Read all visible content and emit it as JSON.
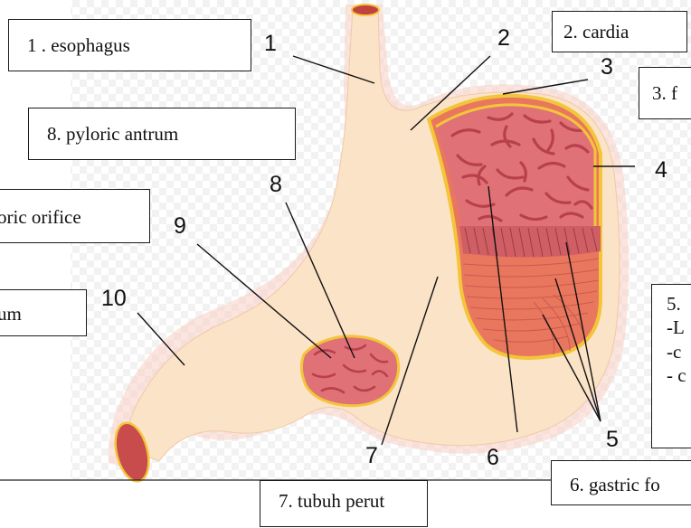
{
  "labels": {
    "esophagus": "1 . esophagus",
    "cardia": "2. cardia",
    "fundus_partial": "3. f",
    "pyloric_antrum": "8. pyloric antrum",
    "pyloric_orifice_partial": "oric orifice",
    "duodenum_partial": "um",
    "muscle_layers_lines": [
      "5.",
      "-L",
      "-c",
      "- c"
    ],
    "gastric_folds_partial": "6. gastric fo",
    "body_of_stomach": "7. tubuh perut"
  },
  "numbers": [
    "1",
    "2",
    "3",
    "4",
    "5",
    "6",
    "7",
    "8",
    "9",
    "10"
  ],
  "colors": {
    "stomach_fill": "#fbe3c7",
    "mucosa": "#e07277",
    "fold_lines": "#c0444f",
    "muscle_band": "#d8646a",
    "outer_muscle": "#e9775e",
    "rim_yellow": "#f3c63a",
    "halo": "#f8cfc2",
    "leader_line": "#111111"
  }
}
